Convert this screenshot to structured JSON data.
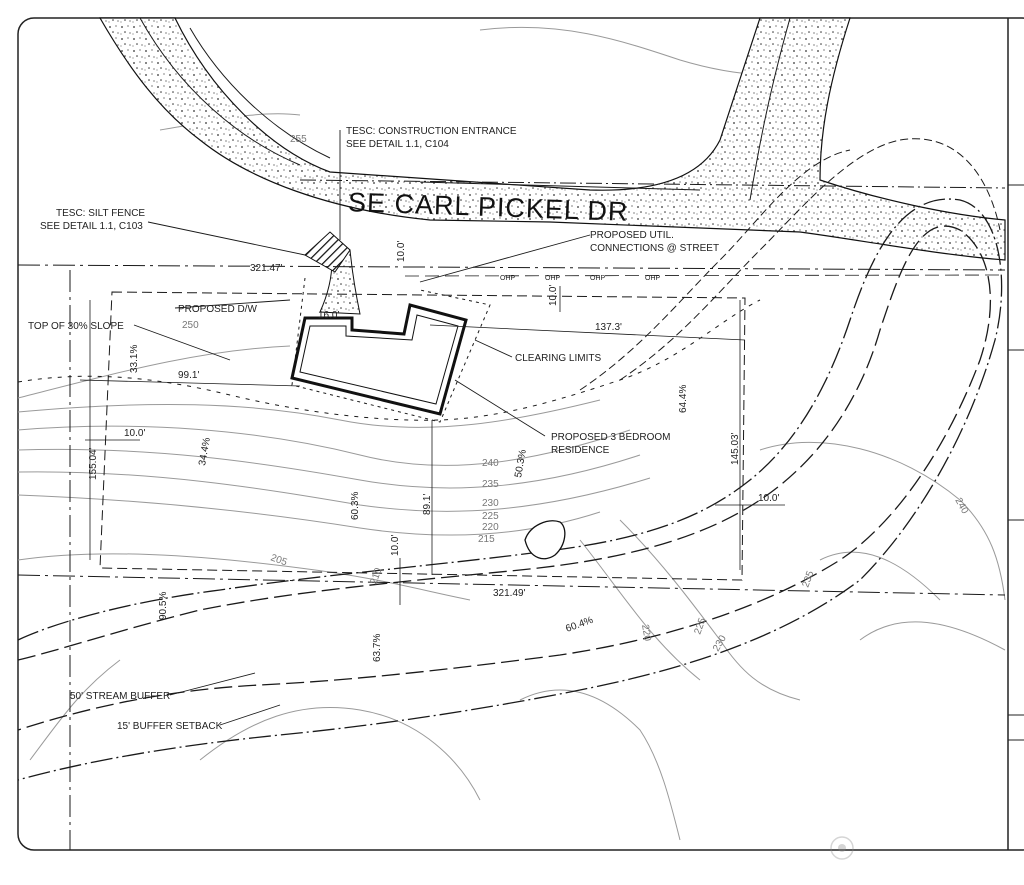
{
  "street": {
    "name": "SE CARL PICKEL DR"
  },
  "callouts": {
    "construction_entrance": "TESC: CONSTRUCTION ENTRANCE",
    "construction_entrance_detail": "SEE DETAIL 1.1, C104",
    "silt_fence": "TESC: SILT FENCE",
    "silt_fence_detail": "SEE DETAIL 1.1, C103",
    "util_connections_1": "PROPOSED UTIL.",
    "util_connections_2": "CONNECTIONS @ STREET",
    "proposed_dw": "PROPOSED D/W",
    "top_of_slope": "TOP OF 30% SLOPE",
    "clearing_limits": "CLEARING LIMITS",
    "residence_1": "PROPOSED 3 BEDROOM",
    "residence_2": "RESIDENCE",
    "stream_buffer": "50' STREAM BUFFER",
    "buffer_setback": "15' BUFFER SETBACK"
  },
  "dimensions": {
    "north_line": "321.47'",
    "south_line": "321.49'",
    "west_line": "155.04'",
    "east_line": "145.03'",
    "east_offset": "137.3'",
    "south_offset": "89.1'",
    "west_offset": "99.1'",
    "setback_west": "10.0'",
    "setback_north": "10.0'",
    "setback_north_2": "10.0'",
    "setback_south": "10.0'",
    "setback_east": "10.0'",
    "driveway_width": "16.0'",
    "slope_1": "33.1%",
    "slope_2": "34.4%",
    "slope_3": "60.3%",
    "slope_4": "50.3%",
    "slope_5": "64.4%",
    "slope_6": "90.5%",
    "slope_7": "63.7%",
    "slope_8": "60.4%",
    "ohp_1": "OHP",
    "ohp_2": "OHP",
    "ohp_3": "OHP",
    "ohp_4": "OHP"
  },
  "contours": {
    "c255": "255",
    "c250": "250",
    "c240a": "240",
    "c235a": "235",
    "c230": "230",
    "c225": "225",
    "c220": "220",
    "c215": "215",
    "c205": "205",
    "c210": "210",
    "c240b": "240",
    "c235b": "235",
    "c220b": "220",
    "c225b": "225",
    "c230b": "230"
  },
  "watermark": {
    "icon": "camera-watermark-icon"
  },
  "colors": {
    "ink": "#1a1a1a",
    "contour": "#9a9a9a",
    "paper": "#ffffff"
  }
}
